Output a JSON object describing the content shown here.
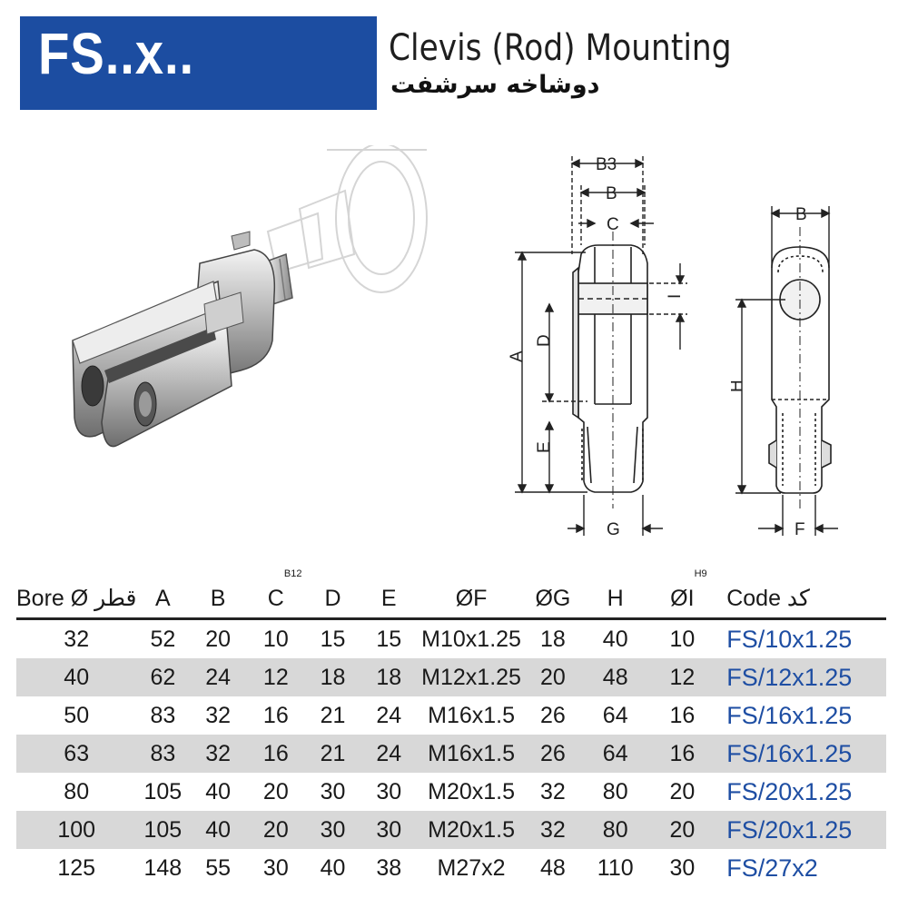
{
  "header": {
    "code": "FS..x..",
    "title_en": "Clevis (Rod) Mounting",
    "title_fa": "دوشاخه سرشفت"
  },
  "colors": {
    "banner": "#1c4da1",
    "code_text": "#1e4ea3",
    "row_shade": "#d8d8d8"
  },
  "drawing": {
    "labels": {
      "b3": "B3",
      "b": "B",
      "c": "C",
      "i": "I",
      "d": "D",
      "a": "A",
      "e": "E",
      "g": "G",
      "h": "H",
      "b_side": "B",
      "f": "F"
    }
  },
  "table": {
    "headers": [
      {
        "text": "Bore Ø قطر",
        "sup": ""
      },
      {
        "text": "A",
        "sup": ""
      },
      {
        "text": "B",
        "sup": ""
      },
      {
        "text": "C",
        "sup": "B12"
      },
      {
        "text": "D",
        "sup": ""
      },
      {
        "text": "E",
        "sup": ""
      },
      {
        "text": "ØF",
        "sup": ""
      },
      {
        "text": "ØG",
        "sup": ""
      },
      {
        "text": "H",
        "sup": ""
      },
      {
        "text": "ØI",
        "sup": "H9"
      },
      {
        "text": "Code کد",
        "sup": ""
      }
    ],
    "rows": [
      [
        "32",
        "52",
        "20",
        "10",
        "15",
        "15",
        "M10x1.25",
        "18",
        "40",
        "10",
        "FS/10x1.25"
      ],
      [
        "40",
        "62",
        "24",
        "12",
        "18",
        "18",
        "M12x1.25",
        "20",
        "48",
        "12",
        "FS/12x1.25"
      ],
      [
        "50",
        "83",
        "32",
        "16",
        "21",
        "24",
        "M16x1.5",
        "26",
        "64",
        "16",
        "FS/16x1.25"
      ],
      [
        "63",
        "83",
        "32",
        "16",
        "21",
        "24",
        "M16x1.5",
        "26",
        "64",
        "16",
        "FS/16x1.25"
      ],
      [
        "80",
        "105",
        "40",
        "20",
        "30",
        "30",
        "M20x1.5",
        "32",
        "80",
        "20",
        "FS/20x1.25"
      ],
      [
        "100",
        "105",
        "40",
        "20",
        "30",
        "30",
        "M20x1.5",
        "32",
        "80",
        "20",
        "FS/20x1.25"
      ],
      [
        "125",
        "148",
        "55",
        "30",
        "40",
        "38",
        "M27x2",
        "48",
        "110",
        "30",
        "FS/27x2"
      ]
    ]
  }
}
